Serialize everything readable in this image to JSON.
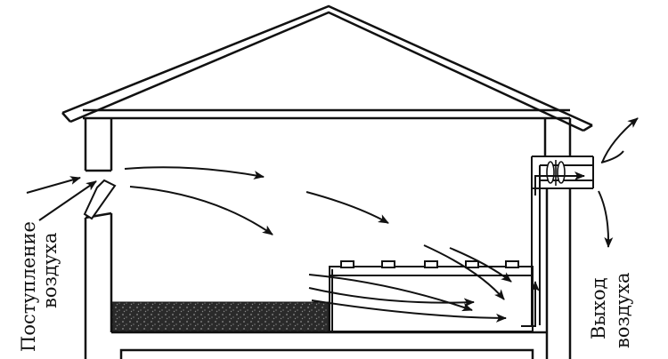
{
  "labels": {
    "air_in": [
      "Поступление",
      "воздуха"
    ],
    "air_out": [
      "Выход",
      "воздуха"
    ]
  },
  "colors": {
    "line": "#111111",
    "fill": "#ffffff",
    "manure": "#333333"
  }
}
